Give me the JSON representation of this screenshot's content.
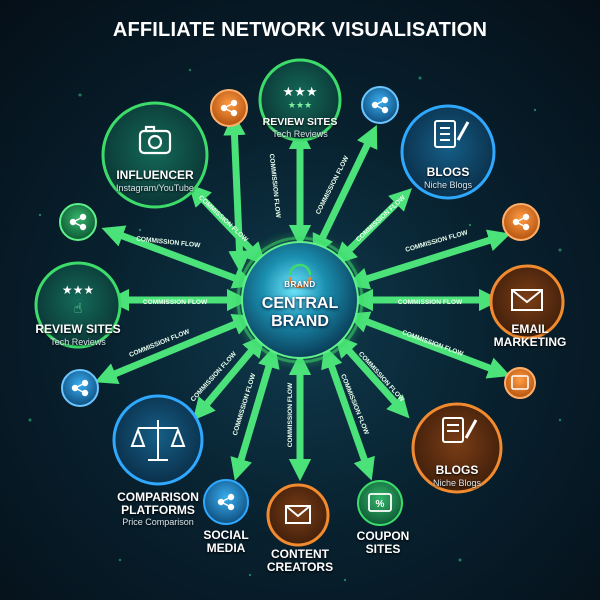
{
  "title": "AFFILIATE NETWORK VISUALISATION",
  "center": {
    "badge": "BRAND",
    "line1": "CENTRAL",
    "line2": "BRAND"
  },
  "flow_label": "COMMISSION FLOW",
  "nodes": {
    "review_top": {
      "title": "REVIEW SITES",
      "subtitle": "Tech Reviews"
    },
    "influencer": {
      "title": "INFLUENCER",
      "subtitle": "Instagram/YouTube"
    },
    "blogs_top": {
      "title": "BLOGS",
      "subtitle": "Niche Blogs"
    },
    "review_left": {
      "title": "REVIEW SITES",
      "subtitle": "Tech Reviews"
    },
    "email": {
      "line1": "EMAIL",
      "line2": "MARKETING"
    },
    "comparison": {
      "line1": "COMPARISON",
      "line2": "PLATFORMS",
      "subtitle": "Price Comparison"
    },
    "blogs_bottom": {
      "title": "BLOGS",
      "subtitle": "Niche Blogs"
    },
    "social": {
      "line1": "SOCIAL",
      "line2": "MEDIA"
    },
    "content": {
      "line1": "CONTENT",
      "line2": "CREATORS"
    },
    "coupon": {
      "line1": "COUPON",
      "line2": "SITES"
    }
  },
  "icons": {
    "camera": "📷",
    "share": "⟨share⟩",
    "stars": "★★★",
    "email": "✉",
    "coupon": "%",
    "scales": "⚖",
    "blog": "notebook-pen"
  },
  "colors": {
    "green": "#3ddc6a",
    "green_dark": "#0f5a3c",
    "blue": "#2fa8ff",
    "orange": "#f28a2e",
    "center": "#1f7fa0"
  }
}
